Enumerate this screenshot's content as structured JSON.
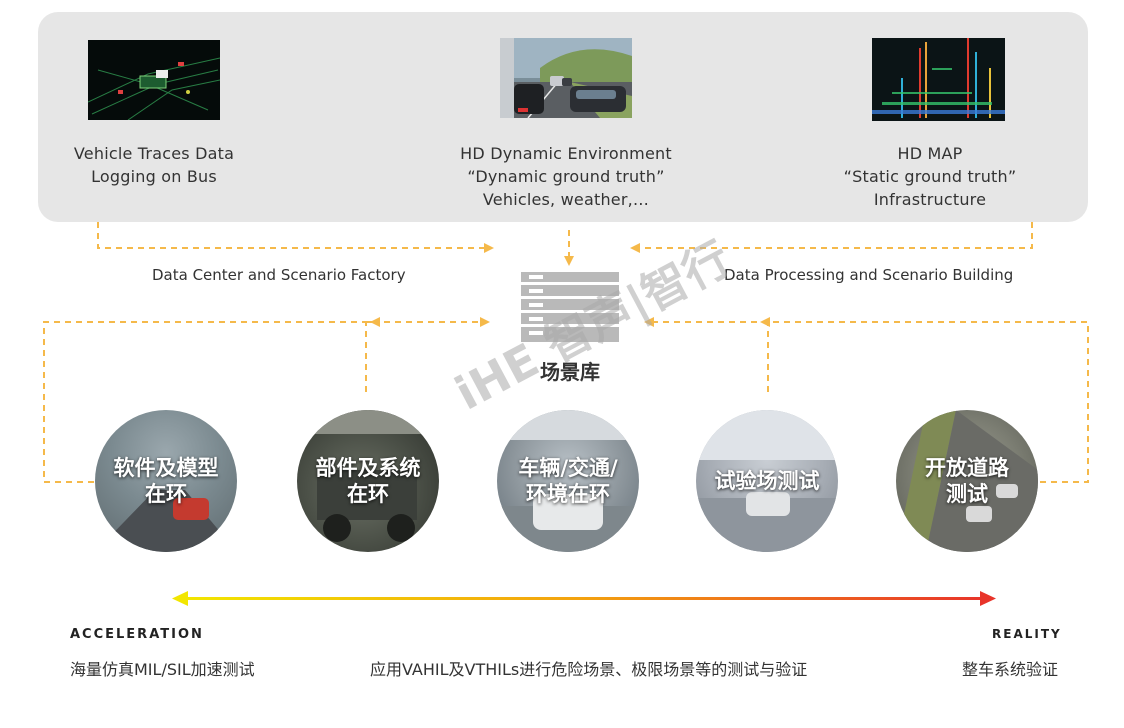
{
  "sources": [
    {
      "line1": "Vehicle Traces Data",
      "line2": "Logging on Bus",
      "line3": ""
    },
    {
      "line1": "HD Dynamic Environment",
      "line2": "“Dynamic ground truth”",
      "line3": "Vehicles, weather,…"
    },
    {
      "line1": "HD MAP",
      "line2": "“Static ground truth”",
      "line3": "Infrastructure"
    }
  ],
  "flows": {
    "left": "Data Center and Scenario Factory",
    "right": "Data Processing and Scenario Building"
  },
  "database": {
    "title": "场景库",
    "icon": "database-icon"
  },
  "tests": [
    {
      "line1": "软件及模型",
      "line2": "在环"
    },
    {
      "line1": "部件及系统",
      "line2": "在环"
    },
    {
      "line1": "车辆/交通/",
      "line2": "环境在环"
    },
    {
      "line1": "试验场测试",
      "line2": ""
    },
    {
      "line1": "开放道路",
      "line2": "测试"
    }
  ],
  "axis": {
    "left": "ACCELERATION",
    "right": "REALITY"
  },
  "captions": {
    "left": "海量仿真MIL/SIL加速测试",
    "center": "应用VAHIL及VTHILs进行危险场景、极限场景等的测试与验证",
    "right": "整车系统验证"
  },
  "watermark": "iHE 智声|智行",
  "colors": {
    "dashed": "#f5b94a",
    "panel": "#e6e6e6",
    "arrow_start": "#f2e600",
    "arrow_end": "#e8342a"
  }
}
